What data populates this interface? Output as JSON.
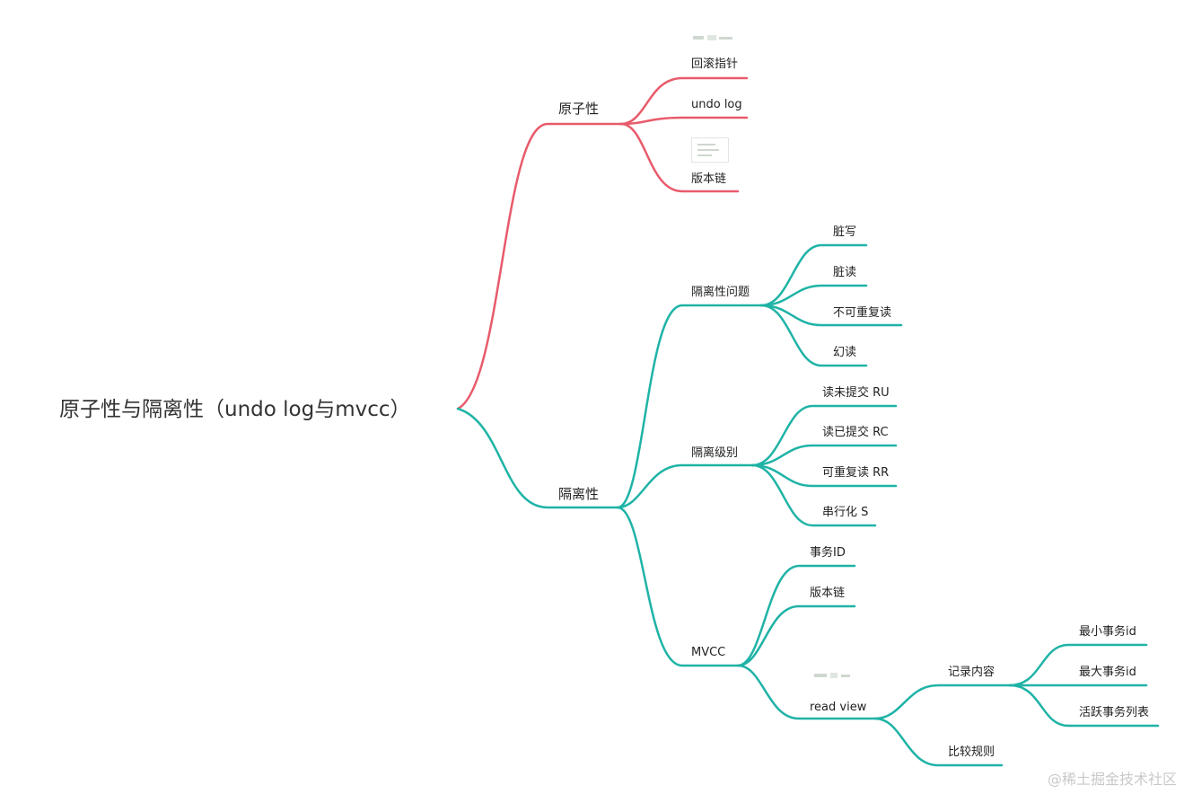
{
  "colors": {
    "atomicity_branch": "#e85b6b",
    "isolation_branch": "#1fb3a6"
  },
  "root": "原子性与隔离性（undo log与mvcc）",
  "atomicity": {
    "label": "原子性",
    "children": [
      "回滚指针",
      "undo log",
      "版本链"
    ]
  },
  "isolation": {
    "label": "隔离性",
    "problems": {
      "label": "隔离性问题",
      "children": [
        "脏写",
        "脏读",
        "不可重复读",
        "幻读"
      ]
    },
    "levels": {
      "label": "隔离级别",
      "children": [
        "读未提交 RU",
        "读已提交 RC",
        "可重复读 RR",
        "串行化 S"
      ]
    },
    "mvcc": {
      "label": "MVCC",
      "children": [
        "事务ID",
        "版本链"
      ],
      "read_view": {
        "label": "read view",
        "record": {
          "label": "记录内容",
          "children": [
            "最小事务id",
            "最大事务id",
            "活跃事务列表"
          ]
        },
        "compare": "比较规则"
      }
    }
  },
  "watermark": "@稀土掘金技术社区"
}
